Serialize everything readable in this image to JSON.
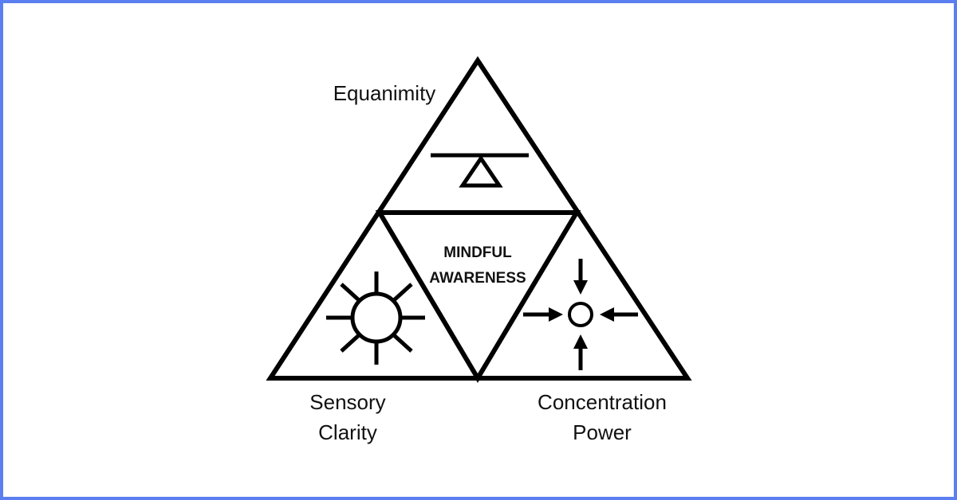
{
  "diagram": {
    "title": "Mindful Awareness Triangle",
    "center": {
      "line1": "MINDFUL",
      "line2": "AWARENESS"
    },
    "vertices": [
      {
        "name": "equanimity",
        "label_lines": [
          "Equanimity"
        ],
        "icon": "balance-scale-icon"
      },
      {
        "name": "sensory-clarity",
        "label_lines": [
          "Sensory",
          "Clarity"
        ],
        "icon": "sun-icon"
      },
      {
        "name": "concentration-power",
        "label_lines": [
          "Concentration",
          "Power"
        ],
        "icon": "focus-arrows-icon"
      }
    ],
    "colors": {
      "border": "#5b7ef0",
      "stroke": "#000000",
      "background": "#ffffff"
    }
  }
}
